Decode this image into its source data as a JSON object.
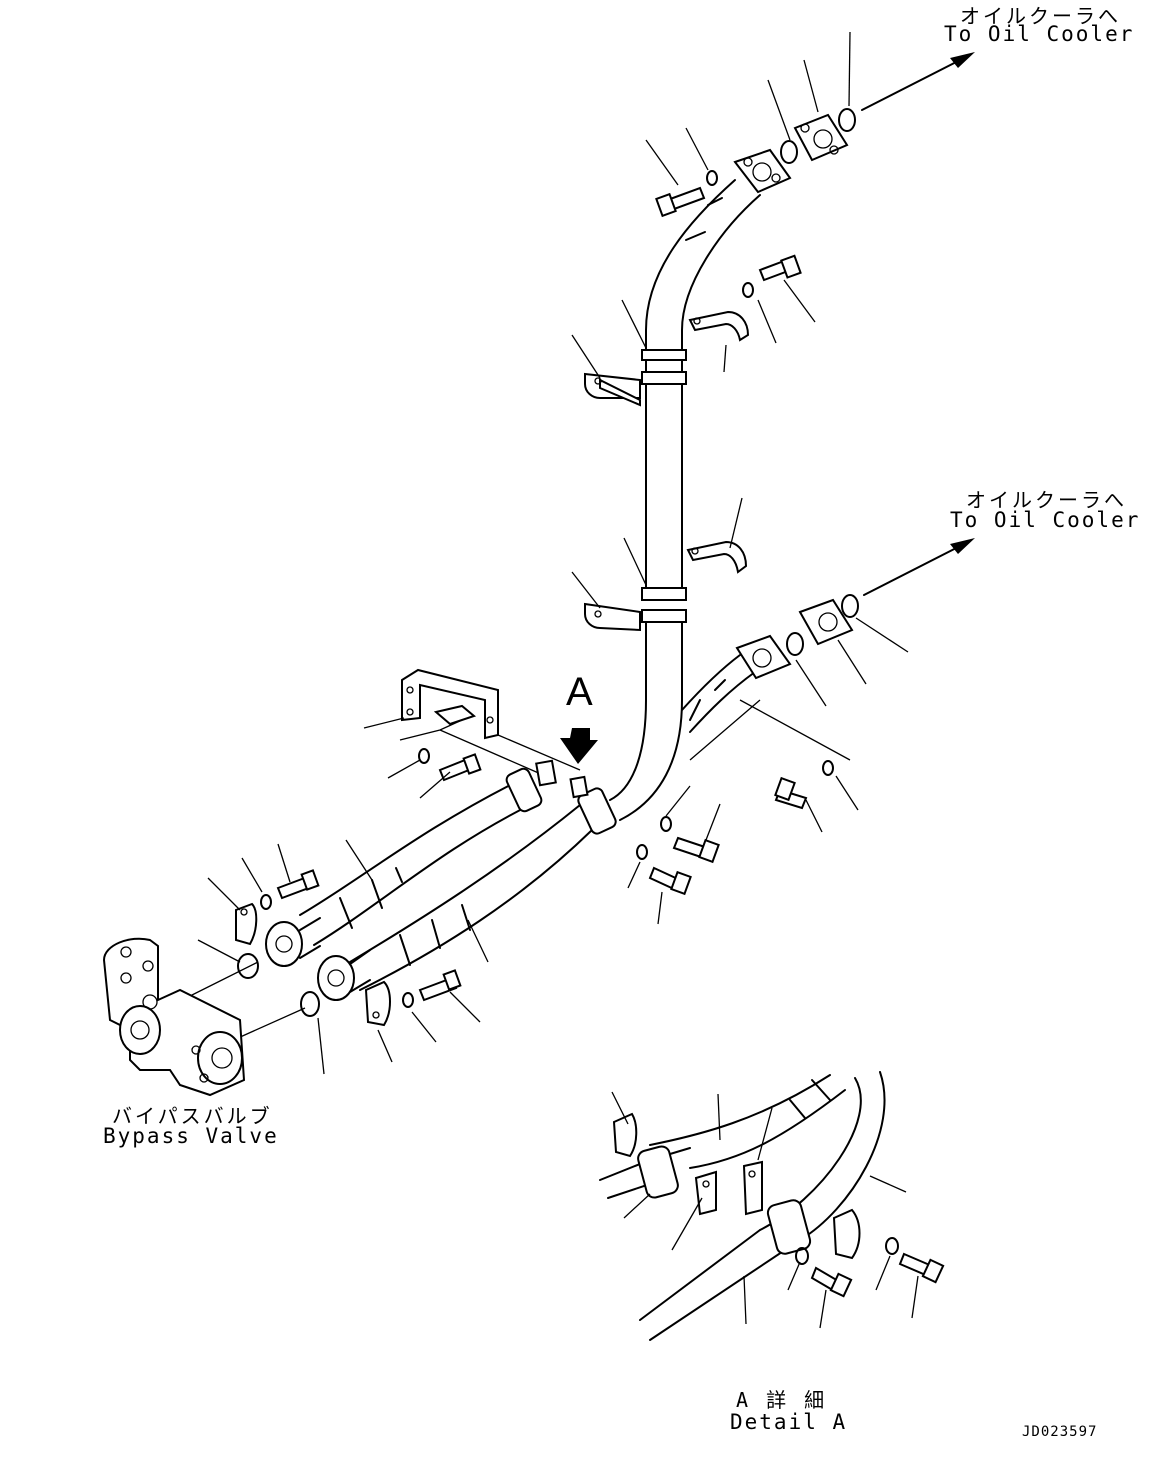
{
  "labels": {
    "oil_cooler_top_jp": "オイルクーラへ",
    "oil_cooler_top_en": "To Oil Cooler",
    "oil_cooler_mid_jp": "オイルクーラへ",
    "oil_cooler_mid_en": "To Oil Cooler",
    "bypass_jp": "バイパスバルブ",
    "bypass_en": "Bypass Valve",
    "view_letter": "A",
    "detail_jp": "A 詳 細",
    "detail_en": "Detail A",
    "drawing_code": "JD023597"
  },
  "colors": {
    "line": "#000000",
    "background": "#ffffff"
  }
}
